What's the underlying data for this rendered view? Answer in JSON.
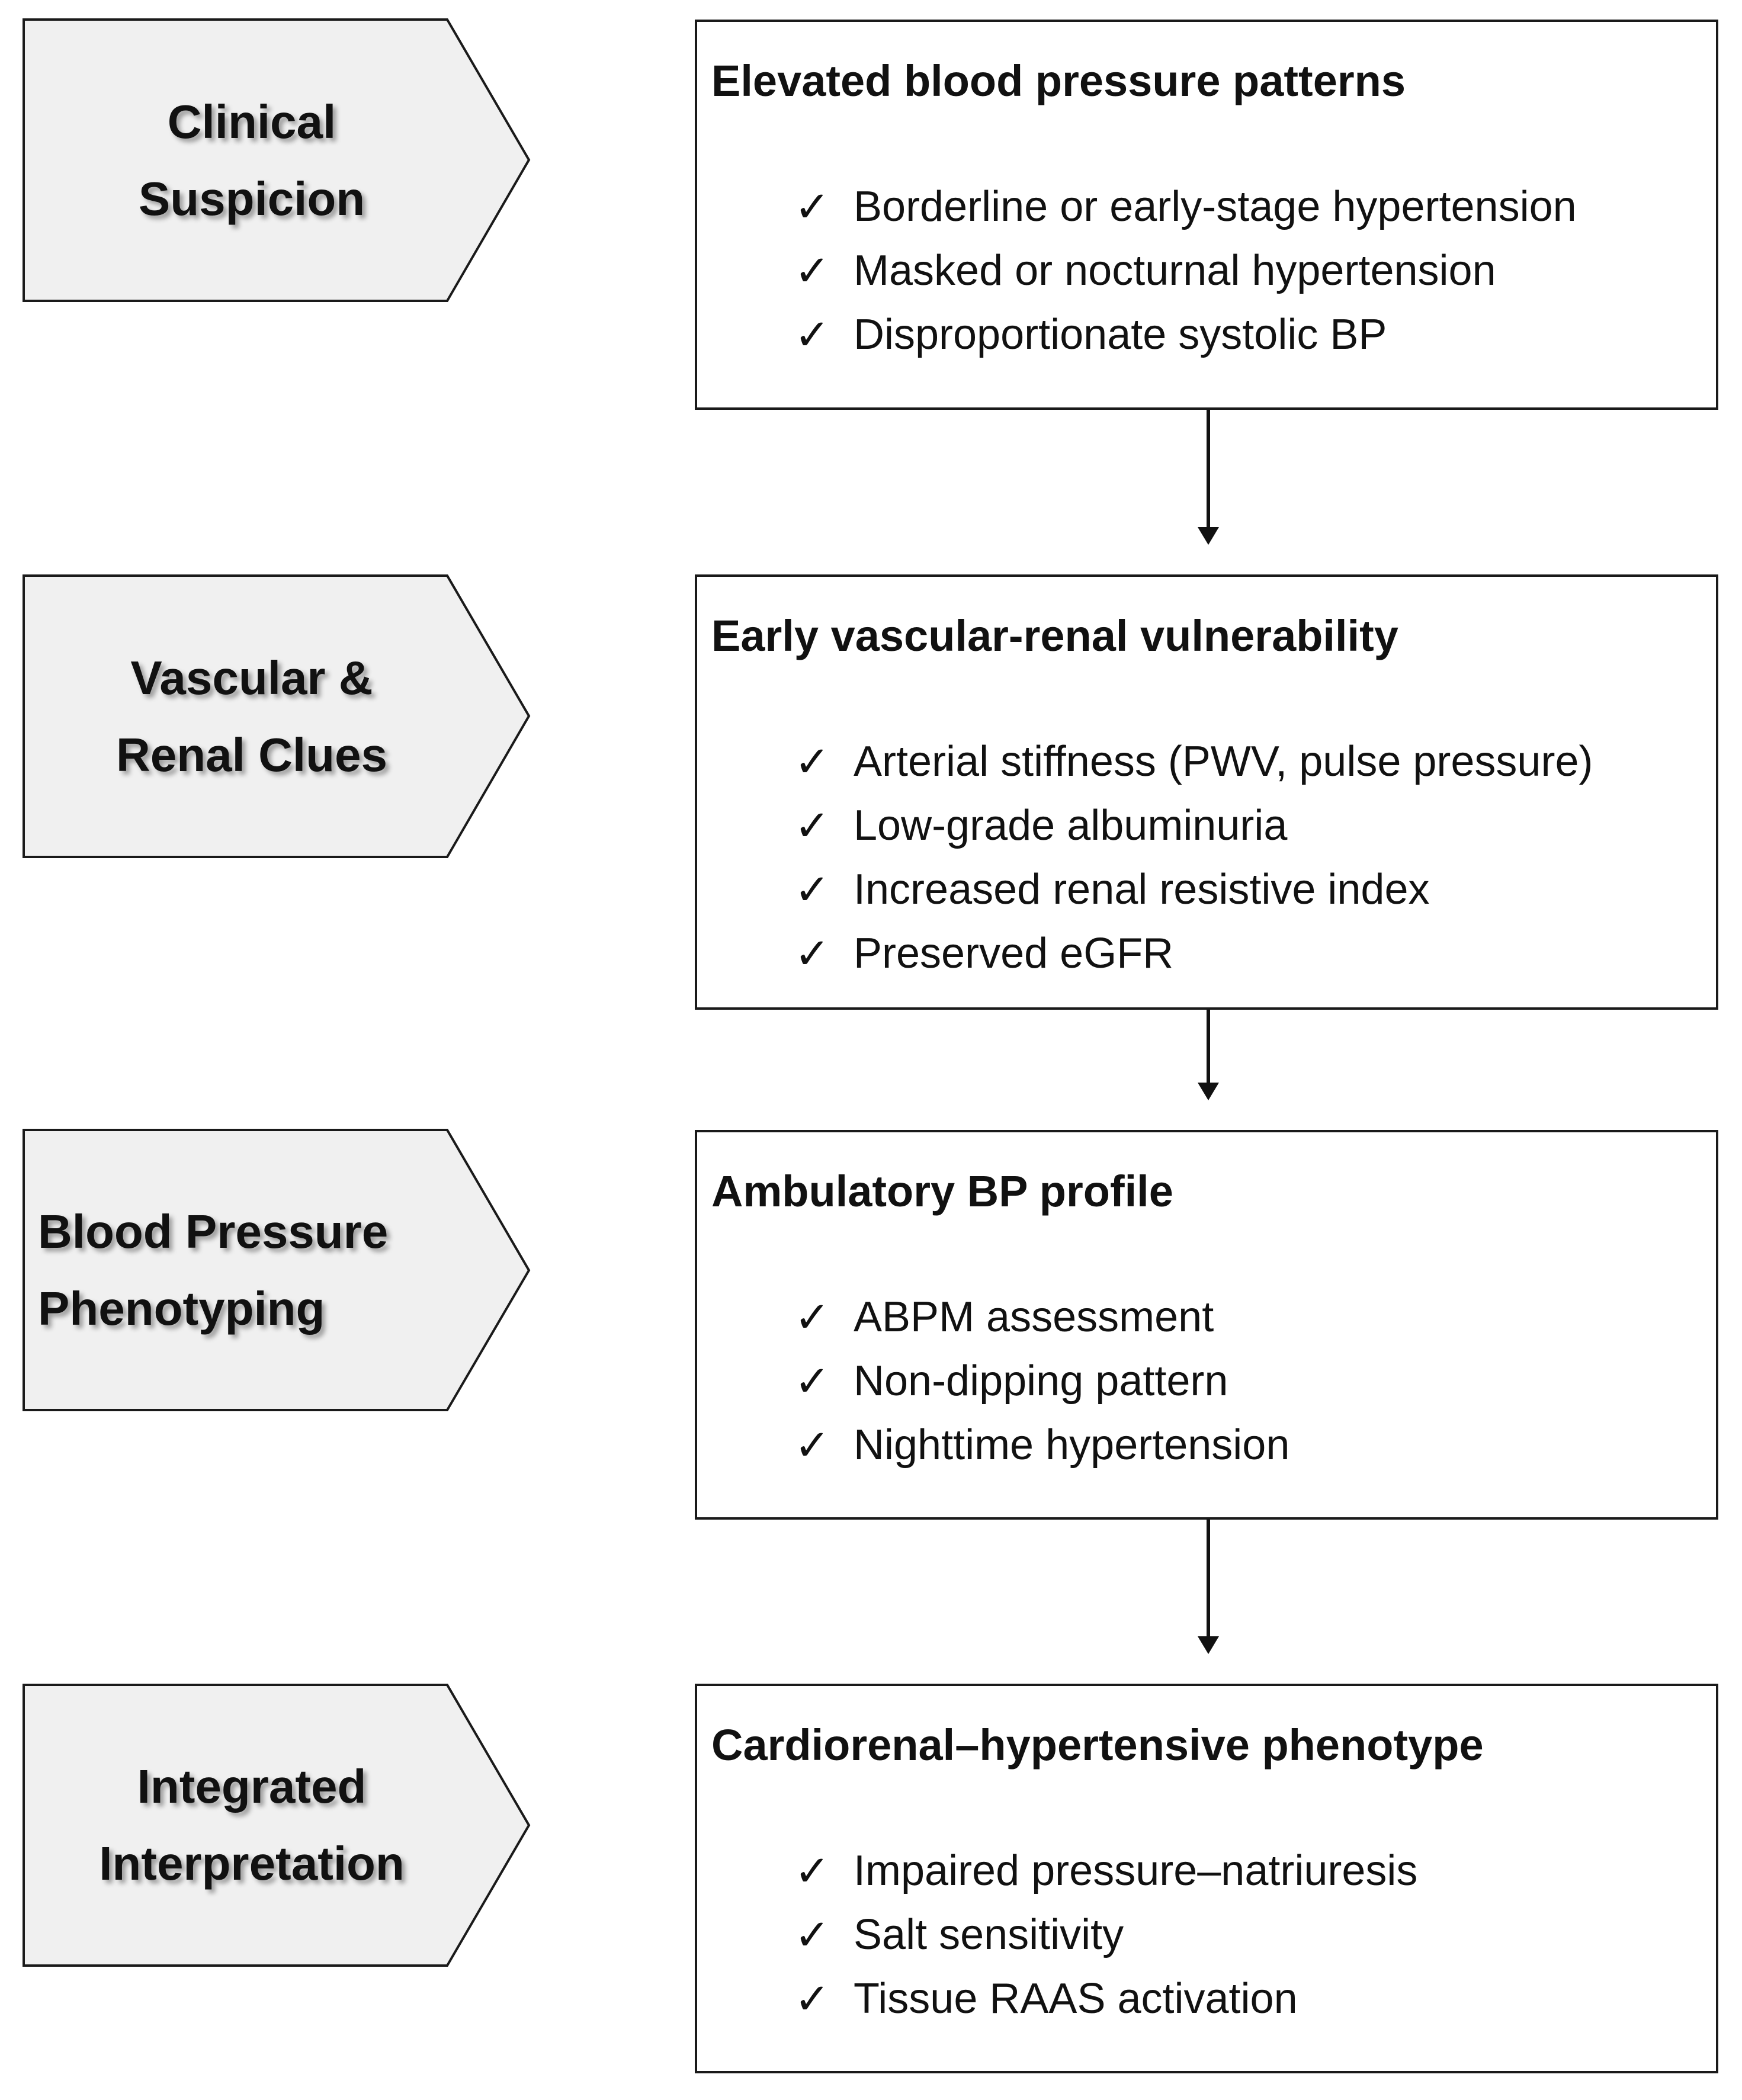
{
  "stages": [
    {
      "label_lines": [
        "Clinical",
        "Suspicion"
      ],
      "box_title": "Elevated blood pressure patterns",
      "items": [
        "Borderline or early-stage hypertension",
        "Masked or nocturnal hypertension",
        "Disproportionate systolic BP"
      ]
    },
    {
      "label_lines": [
        "Vascular &",
        "Renal Clues"
      ],
      "box_title": "Early vascular-renal vulnerability",
      "items": [
        "Arterial stiffness (PWV, pulse pressure)",
        "Low-grade albuminuria",
        "Increased renal resistive index",
        "Preserved eGFR"
      ]
    },
    {
      "label_lines": [
        "Blood Pressure",
        "Phenotyping"
      ],
      "box_title": "Ambulatory BP profile",
      "items": [
        "ABPM assessment",
        "Non-dipping pattern",
        "Nighttime hypertension"
      ]
    },
    {
      "label_lines": [
        "Integrated",
        "Interpretation"
      ],
      "box_title": "Cardiorenal–hypertensive phenotype",
      "items": [
        "Impaired pressure–natriuresis",
        "Salt sensitivity",
        "Tissue RAAS activation"
      ]
    }
  ],
  "check_mark": "✓",
  "colors": {
    "pentagon_fill": "#f0f0f0",
    "stroke": "#1a1a1a"
  }
}
